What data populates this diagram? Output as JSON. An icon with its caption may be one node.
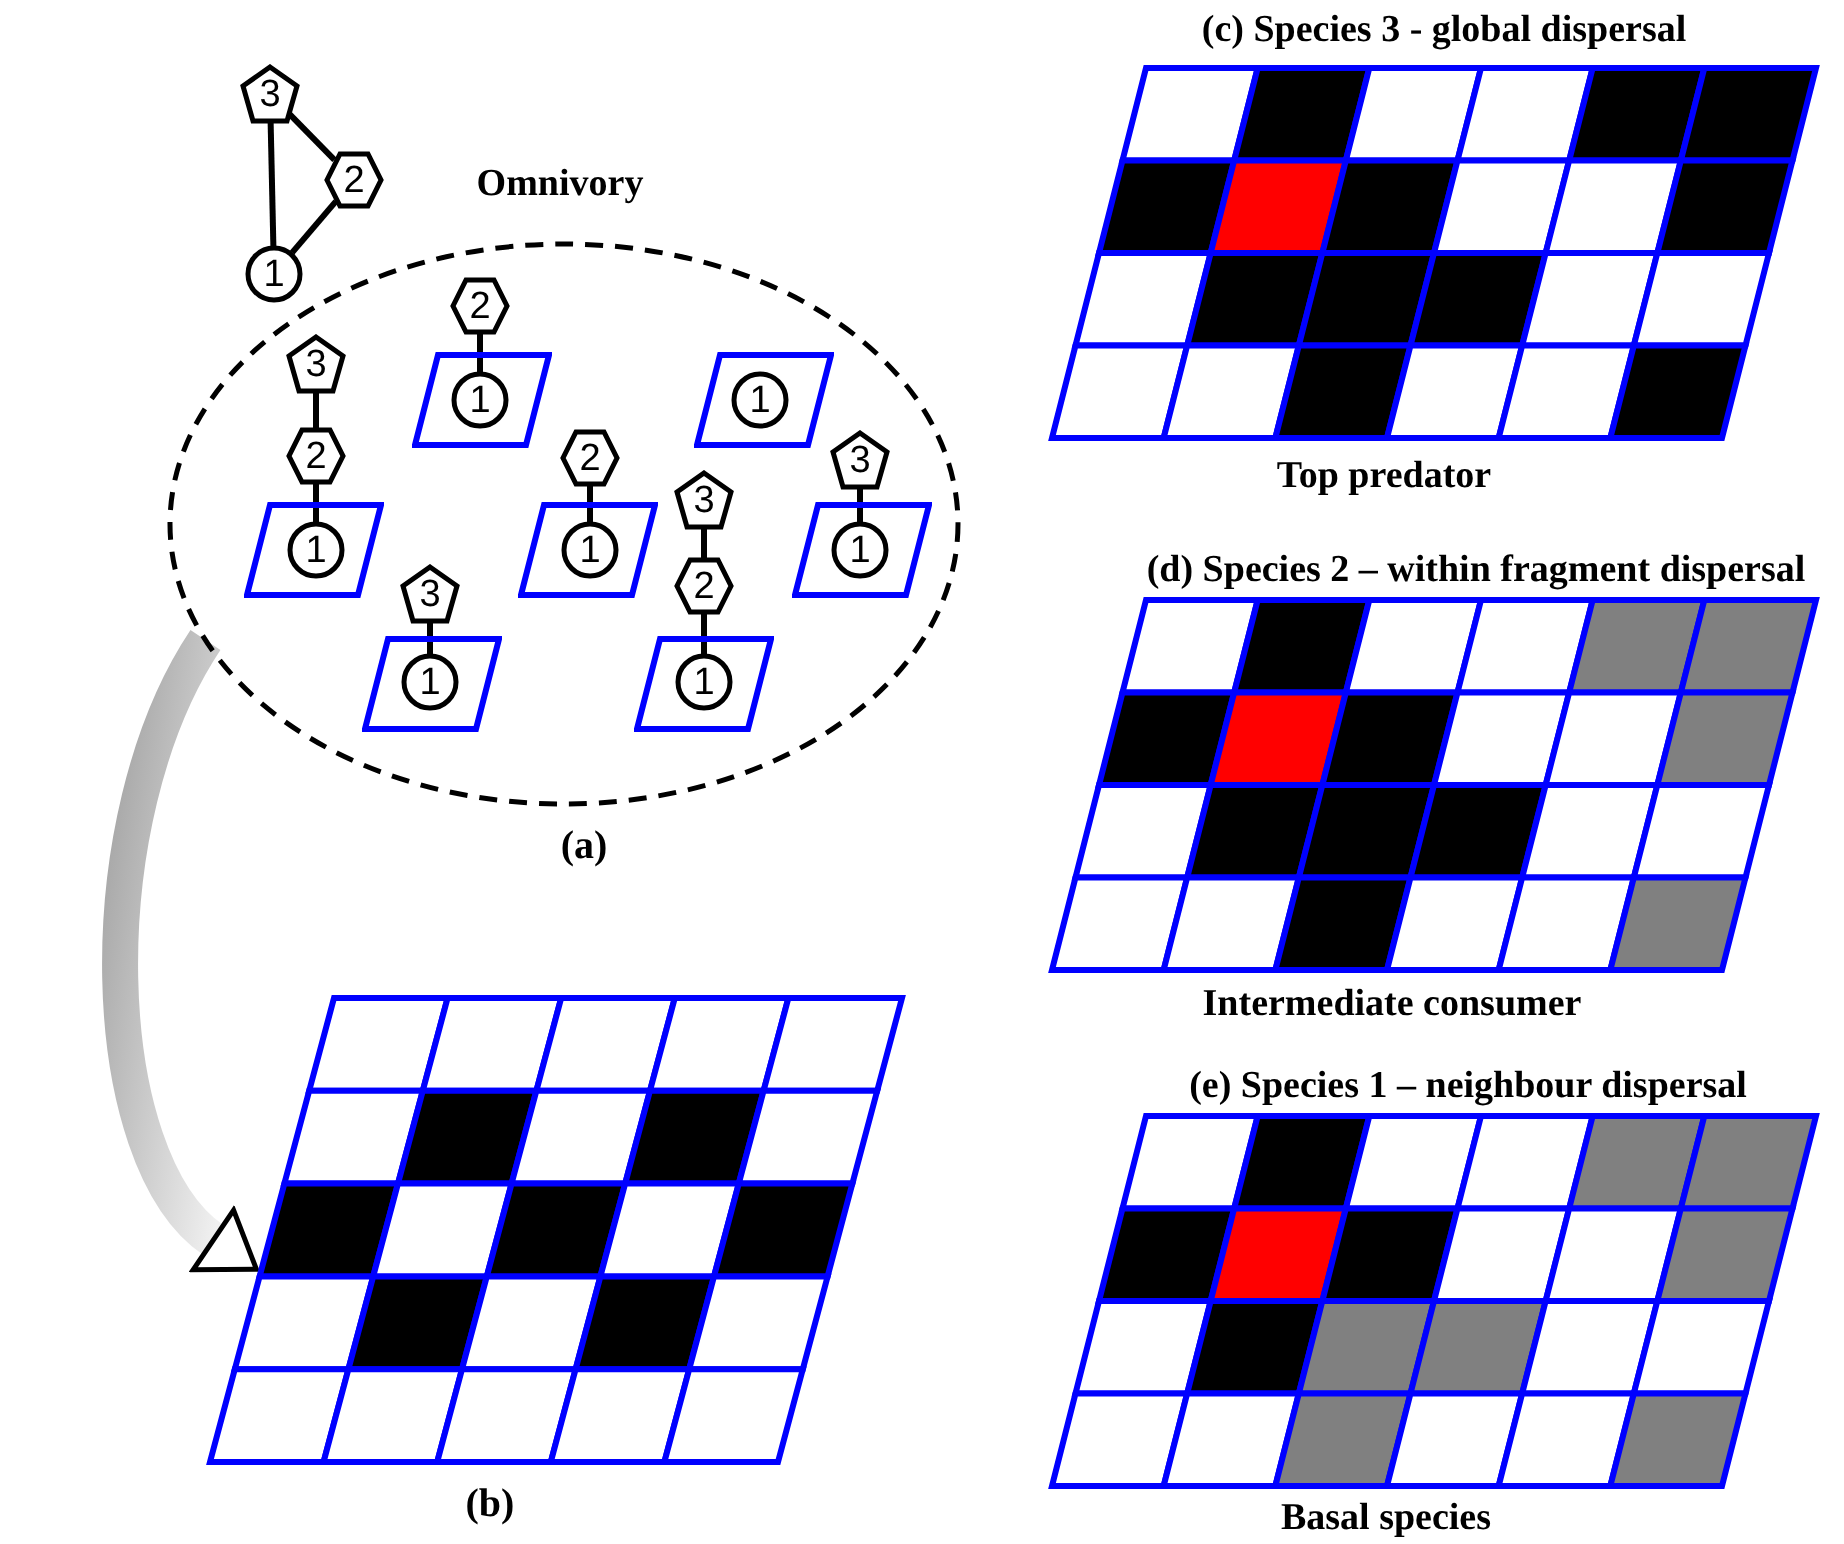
{
  "diagram": {
    "nodes": [
      {
        "text": [
          "3"
        ]
      },
      {
        "text": [
          "2"
        ]
      },
      {
        "text": [
          "1"
        ]
      },
      {
        "text": [],
        "shape": "ellipse",
        "beside": [
          "(a)"
        ]
      },
      {
        "text": [
          "2"
        ],
        "in": 3
      },
      {
        "text": [],
        "shape": "parallelogram",
        "in": 3
      },
      {
        "text": [
          "1"
        ],
        "in": 5
      },
      {
        "text": [],
        "shape": "parallelogram",
        "in": 3
      },
      {
        "text": [
          "1"
        ],
        "in": 7
      },
      {
        "text": [
          "3"
        ],
        "in": 3
      },
      {
        "text": [
          "2"
        ],
        "in": 3
      },
      {
        "text": [],
        "shape": "parallelogram",
        "in": 3
      },
      {
        "text": [
          "1"
        ],
        "in": 11
      },
      {
        "text": [
          "2"
        ],
        "in": 3
      },
      {
        "text": [],
        "shape": "parallelogram",
        "in": 3
      },
      {
        "text": [
          "1"
        ],
        "in": 14
      },
      {
        "text": [
          "3"
        ],
        "in": 3
      },
      {
        "text": [],
        "shape": "parallelogram",
        "in": 3
      },
      {
        "text": [
          "1"
        ],
        "in": 17
      },
      {
        "text": [
          "3"
        ],
        "in": 3
      },
      {
        "text": [],
        "shape": "parallelogram",
        "in": 3
      },
      {
        "text": [
          "1"
        ],
        "in": 20
      },
      {
        "text": [
          "3"
        ],
        "in": 3
      },
      {
        "text": [
          "2"
        ],
        "in": 3
      },
      {
        "text": [],
        "shape": "parallelogram",
        "in": 3
      },
      {
        "text": [
          "1"
        ],
        "in": 24
      },
      {
        "text": [],
        "shape": "grid",
        "beside": [
          "(b)"
        ]
      }
    ],
    "edges": [
      {
        "from": 0,
        "to": 1,
        "arrow": "none"
      },
      {
        "from": 0,
        "to": 2,
        "arrow": "none"
      },
      {
        "from": 1,
        "to": 2,
        "arrow": "none"
      },
      {
        "from": 4,
        "to": 6,
        "arrow": "none"
      },
      {
        "from": 9,
        "to": 10,
        "arrow": "none"
      },
      {
        "from": 10,
        "to": 12,
        "arrow": "none"
      },
      {
        "from": 13,
        "to": 15,
        "arrow": "none"
      },
      {
        "from": 16,
        "to": 18,
        "arrow": "none"
      },
      {
        "from": 19,
        "to": 21,
        "arrow": "none"
      },
      {
        "from": 22,
        "to": 23,
        "arrow": "none"
      },
      {
        "from": 23,
        "to": 25,
        "arrow": "none"
      },
      {
        "from": 3,
        "to": 26,
        "arrow": "to",
        "style": "thick"
      }
    ],
    "labels": [
      "Omnivory",
      "(c) Species 3 - global dispersal",
      "Top predator",
      "(d) Species 2 – within fragment dispersal",
      "Intermediate consumer",
      "(e) Species 1 – neighbour dispersal",
      "Basal species"
    ]
  }
}
